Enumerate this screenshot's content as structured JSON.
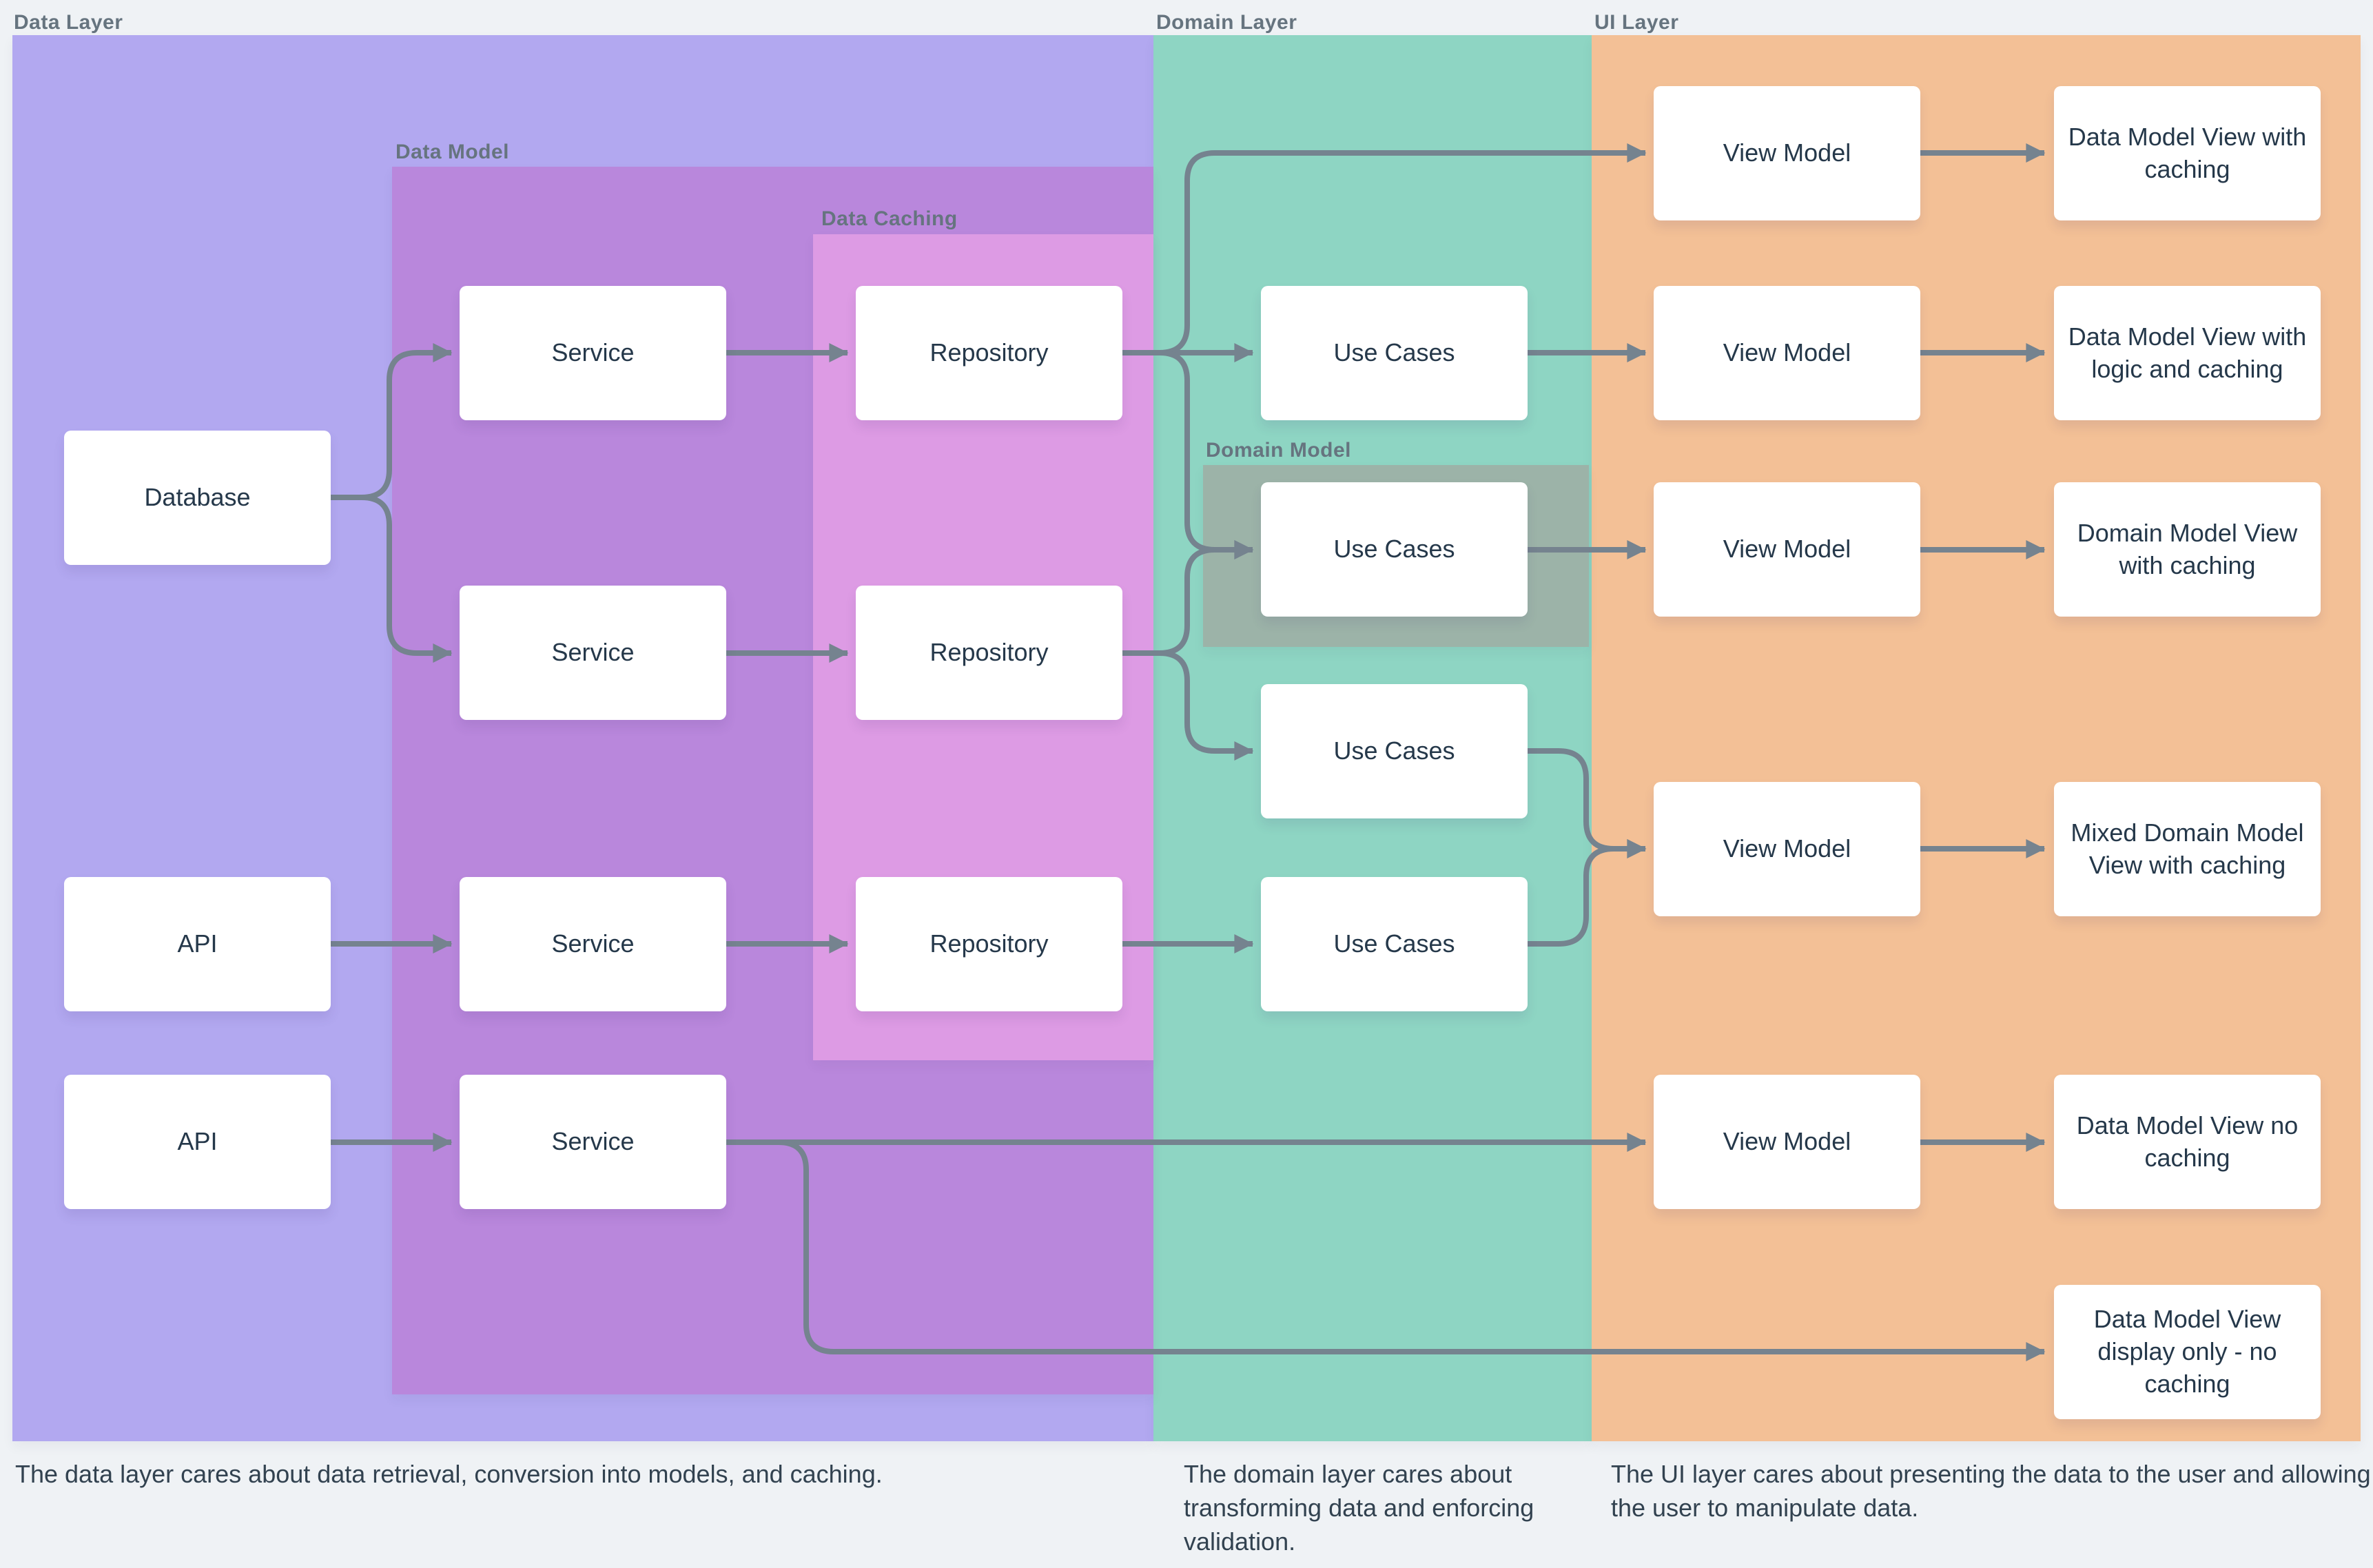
{
  "title": "Layered architecture diagram",
  "colors": {
    "page_background": "#eff2f5",
    "data_layer": "#b2a8f0",
    "domain_layer": "#8ed5c3",
    "ui_layer": "#f3c096",
    "data_model_region": "#b987dc",
    "data_caching_region": "#dd9be4",
    "domain_model_region": "#9cb3a8",
    "node_background": "#ffffff",
    "node_text": "#25384a",
    "zone_label_text": "#66747f",
    "caption_text": "#324250",
    "arrow": "#75838f"
  },
  "layers": [
    {
      "id": "data-layer",
      "label": "Data Layer",
      "caption": "The data layer cares about data retrieval, conversion into models, and caching."
    },
    {
      "id": "domain-layer",
      "label": "Domain Layer",
      "caption": "The domain layer cares about transforming data and enforcing validation."
    },
    {
      "id": "ui-layer",
      "label": "UI Layer",
      "caption": "The UI layer cares about presenting the data to the user and allowing the user to manipulate data."
    }
  ],
  "regions": [
    {
      "id": "data-model",
      "label": "Data Model"
    },
    {
      "id": "data-caching",
      "label": "Data Caching"
    },
    {
      "id": "domain-model",
      "label": "Domain Model"
    }
  ],
  "nodes": [
    {
      "id": "database",
      "label": "Database"
    },
    {
      "id": "api1",
      "label": "API"
    },
    {
      "id": "api2",
      "label": "API"
    },
    {
      "id": "service1",
      "label": "Service"
    },
    {
      "id": "service2",
      "label": "Service"
    },
    {
      "id": "service3",
      "label": "Service"
    },
    {
      "id": "service4",
      "label": "Service"
    },
    {
      "id": "repo1",
      "label": "Repository"
    },
    {
      "id": "repo2",
      "label": "Repository"
    },
    {
      "id": "repo3",
      "label": "Repository"
    },
    {
      "id": "uc1",
      "label": "Use Cases"
    },
    {
      "id": "uc2",
      "label": "Use Cases"
    },
    {
      "id": "uc3",
      "label": "Use Cases"
    },
    {
      "id": "uc4",
      "label": "Use Cases"
    },
    {
      "id": "vm1",
      "label": "View Model"
    },
    {
      "id": "vm2",
      "label": "View Model"
    },
    {
      "id": "vm3",
      "label": "View Model"
    },
    {
      "id": "vm4",
      "label": "View Model"
    },
    {
      "id": "vm5",
      "label": "View Model"
    },
    {
      "id": "out1",
      "label": "Data Model View with caching"
    },
    {
      "id": "out2",
      "label": "Data Model View with logic and caching"
    },
    {
      "id": "out3",
      "label": "Domain Model View with caching"
    },
    {
      "id": "out4",
      "label": "Mixed Domain Model View with caching"
    },
    {
      "id": "out5",
      "label": "Data Model View no caching"
    },
    {
      "id": "out6",
      "label": "Data Model View display only - no caching"
    }
  ],
  "edges": [
    {
      "from": "database",
      "to": "service1"
    },
    {
      "from": "database",
      "to": "service2"
    },
    {
      "from": "api1",
      "to": "service3"
    },
    {
      "from": "api2",
      "to": "service4"
    },
    {
      "from": "service1",
      "to": "repo1"
    },
    {
      "from": "service2",
      "to": "repo2"
    },
    {
      "from": "service3",
      "to": "repo3"
    },
    {
      "from": "repo1",
      "to": "uc1"
    },
    {
      "from": "repo1",
      "to": "vm1"
    },
    {
      "from": "repo1",
      "to": "uc2"
    },
    {
      "from": "repo2",
      "to": "uc2"
    },
    {
      "from": "repo2",
      "to": "uc3"
    },
    {
      "from": "repo3",
      "to": "uc4"
    },
    {
      "from": "uc1",
      "to": "vm2"
    },
    {
      "from": "uc2",
      "to": "vm3"
    },
    {
      "from": "uc3",
      "to": "vm4"
    },
    {
      "from": "uc4",
      "to": "vm4"
    },
    {
      "from": "service4",
      "to": "vm5"
    },
    {
      "from": "service4",
      "to": "out6"
    },
    {
      "from": "vm1",
      "to": "out1"
    },
    {
      "from": "vm2",
      "to": "out2"
    },
    {
      "from": "vm3",
      "to": "out3"
    },
    {
      "from": "vm4",
      "to": "out4"
    },
    {
      "from": "vm5",
      "to": "out5"
    }
  ]
}
